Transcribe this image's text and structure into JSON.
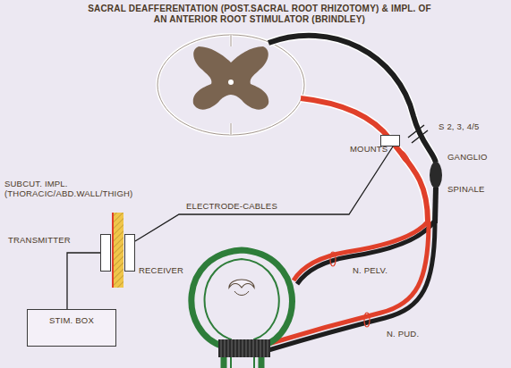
{
  "diagram": {
    "title": "SACRAL DEAFFERENTATION (POST.SACRAL ROOT RHIZOTOMY) & IMPL. OF AN ANTERIOR ROOT STIMULATOR (BRINDLEY)",
    "nodes": [
      {
        "text": [
          "MOUNTS"
        ]
      },
      {
        "text": [
          "TRANSMITTER"
        ]
      },
      {
        "text": [
          "RECEIVER"
        ]
      },
      {
        "text": [
          "STIM. BOX"
        ]
      }
    ],
    "edges": [
      {
        "from": 2,
        "to": 0,
        "label": "ELECTRODE-CABLES",
        "arrow": "none"
      },
      {
        "from": 3,
        "to": 1,
        "arrow": "none"
      }
    ],
    "labels": [
      "SUBCUT. IMPL. (THORACIC/ABD.WALL/THIGH)",
      "S 2, 3, 4/5",
      "GANGLIO",
      "SPINALE",
      "N. PELV.",
      "N. PUD."
    ]
  }
}
